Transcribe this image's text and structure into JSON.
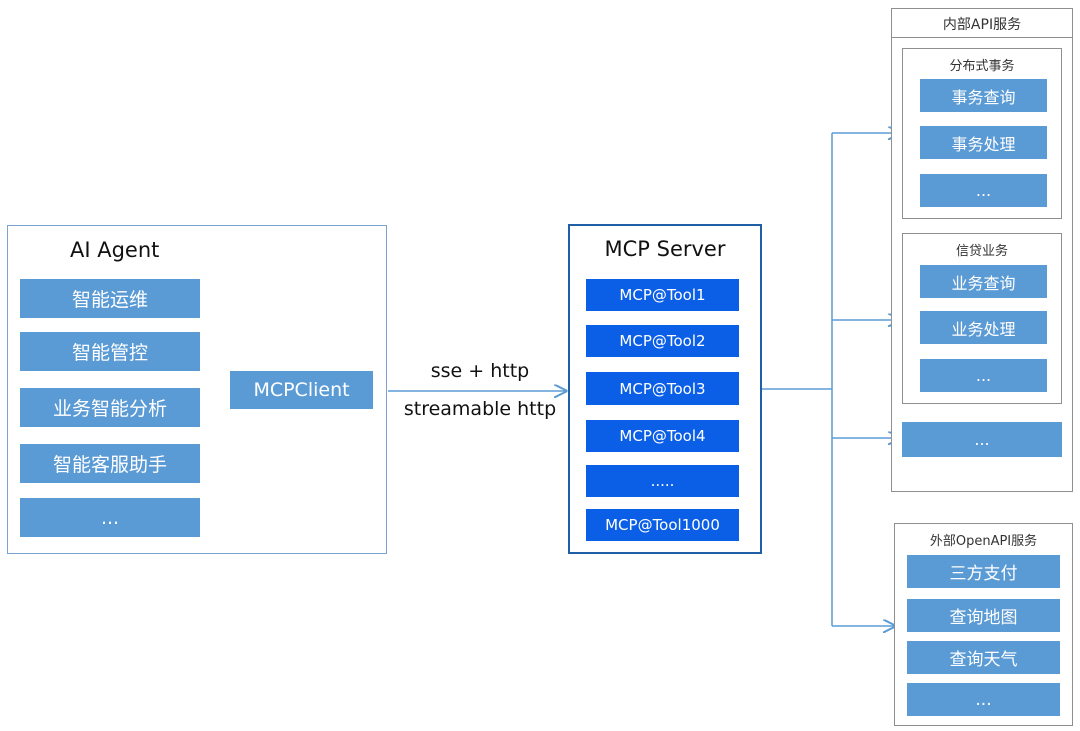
{
  "agent": {
    "title": "AI Agent",
    "items": [
      "智能运维",
      "智能管控",
      "业务智能分析",
      "智能客服助手",
      "..."
    ],
    "client": "MCPClient"
  },
  "protocol": {
    "line1": "sse + http",
    "line2": "streamable http"
  },
  "server": {
    "title": "MCP Server",
    "tools": [
      "MCP@Tool1",
      "MCP@Tool2",
      "MCP@Tool3",
      "MCP@Tool4",
      ".....",
      "MCP@Tool1000"
    ]
  },
  "internal": {
    "title": "内部API服务",
    "distributed": {
      "title": "分布式事务",
      "items": [
        "事务查询",
        "事务处理",
        "..."
      ]
    },
    "credit": {
      "title": "信贷业务",
      "items": [
        "业务查询",
        "业务处理",
        "..."
      ]
    },
    "more": "..."
  },
  "external": {
    "title": "外部OpenAPI服务",
    "items": [
      "三方支付",
      "查询地图",
      "查询天气",
      "..."
    ]
  },
  "colors": {
    "light_blue": "#5b9bd5",
    "dark_blue": "#0a5fe6",
    "connector": "#5b9bd5"
  }
}
